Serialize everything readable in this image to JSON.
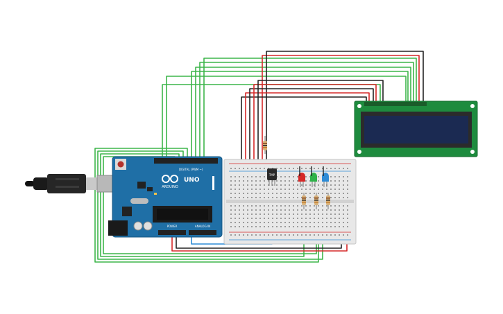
{
  "arduino": {
    "brand": "ARDUINO",
    "model": "UNO",
    "digital_label": "DIGITAL (PWM ~)",
    "analog_label": "ANALOG IN",
    "power_label": "POWER",
    "colors": {
      "board": "#1f6fa6",
      "header": "#222222"
    }
  },
  "sensor": {
    "label": "TMP"
  },
  "wires": {
    "colors": {
      "green": "#3db54a",
      "red": "#d62828",
      "black": "#222222",
      "blue": "#2d8bd6",
      "lcd_board": "#1e8b3e",
      "lcd_screen": "#1b2a52"
    }
  }
}
